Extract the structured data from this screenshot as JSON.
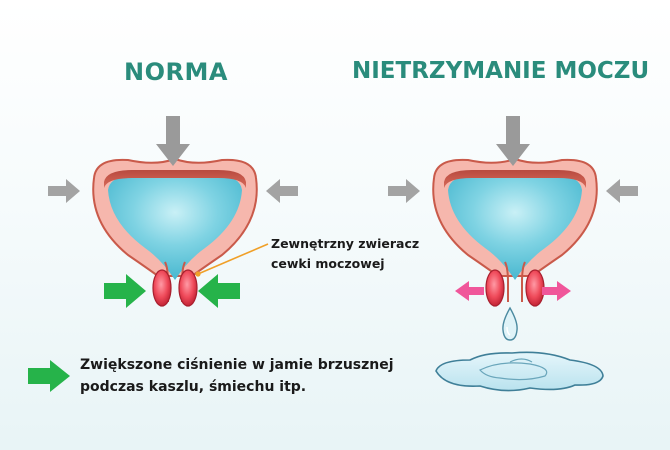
{
  "labels": {
    "normal_title": "NORMA",
    "incontinence_title": "NIETRZYMANIE MOCZU",
    "sphincter_line1": "Zewnętrzny zwieracz",
    "sphincter_line2": "cewki moczowej",
    "legend_line1": "Zwiększone ciśnienie w jamie brzusznej",
    "legend_line2": "podczas kaszlu, śmiechu itp."
  },
  "colors": {
    "title_teal": "#2a8c7c",
    "bladder_wall": "#f6b7ad",
    "bladder_outline": "#c95a4a",
    "bladder_rim": "#c7574a",
    "urine_blue": "#55c3d8",
    "sphincter_red": "#e93f4f",
    "pressure_arrow_gray": "#9a9a9a",
    "sphincter_arrow_green": "#26b34a",
    "weak_arrow_pink": "#f0569a",
    "leader_line": "#f0a028"
  },
  "icons": {
    "pressure_arrow": "gray-arrow-icon",
    "closing_arrow": "green-arrow-icon",
    "opening_arrow": "pink-double-arrow-icon",
    "leak_drop": "droplet-icon"
  }
}
